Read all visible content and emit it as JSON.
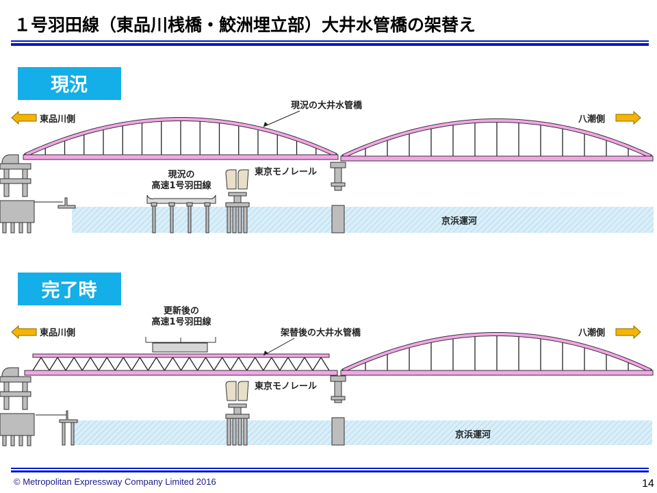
{
  "title": "１号羽田線（東品川桟橋・鮫洲埋立部）大井水管橋の架替え",
  "colors": {
    "accent_blue": "#0018c8",
    "badge": "#14aee8",
    "pipe_bridge": "#f2a6e6",
    "arrow": "#f5b400",
    "water": "#d8eef9",
    "structure": "#bdbdbd"
  },
  "current": {
    "badge": "現況",
    "left_side": "東品川側",
    "right_side": "八潮側",
    "bridge_label": "現況の大井水管橋",
    "monorail_label": "東京モノレール",
    "highway_label_1": "現況の",
    "highway_label_2": "高速1号羽田線",
    "canal_label": "京浜運河"
  },
  "completed": {
    "badge": "完了時",
    "left_side": "東品川側",
    "right_side": "八潮側",
    "bridge_label": "架替後の大井水管橋",
    "monorail_label": "東京モノレール",
    "highway_label_1": "更新後の",
    "highway_label_2": "高速1号羽田線",
    "canal_label": "京浜運河"
  },
  "footer": {
    "copyright": "©  Metropolitan Expressway Company Limited  2016",
    "page_number": "14"
  }
}
